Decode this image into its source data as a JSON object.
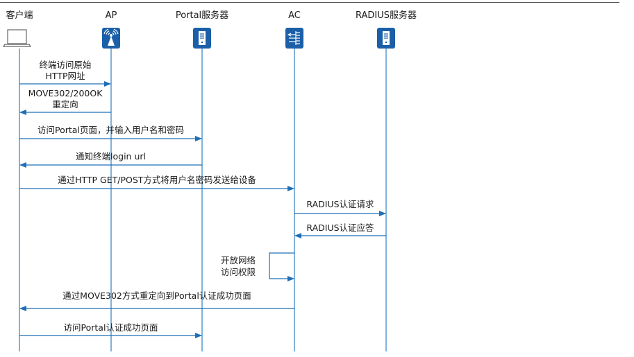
{
  "participants": [
    {
      "id": "client",
      "label": "客户端",
      "icon": "laptop-icon"
    },
    {
      "id": "ap",
      "label": "AP",
      "icon": "access-point-icon"
    },
    {
      "id": "portal",
      "label": "Portal服务器",
      "icon": "server-icon"
    },
    {
      "id": "ac",
      "label": "AC",
      "icon": "access-controller-icon"
    },
    {
      "id": "radius",
      "label": "RADIUS服务器",
      "icon": "server-icon"
    }
  ],
  "messages": [
    {
      "from": "client",
      "to": "ap",
      "lines": [
        "终端访问原始",
        "HTTP网址"
      ]
    },
    {
      "from": "ap",
      "to": "client",
      "lines": [
        "MOVE302/200OK",
        "重定向"
      ]
    },
    {
      "from": "client",
      "to": "portal",
      "lines": [
        "访问Portal页面，并输入用户名和密码"
      ]
    },
    {
      "from": "portal",
      "to": "client",
      "lines": [
        "通知终端login url"
      ]
    },
    {
      "from": "client",
      "to": "ac",
      "lines": [
        "通过HTTP GET/POST方式将用户名密码发送给设备"
      ]
    },
    {
      "from": "ac",
      "to": "radius",
      "lines": [
        "RADIUS认证请求"
      ]
    },
    {
      "from": "radius",
      "to": "ac",
      "lines": [
        "RADIUS认证应答"
      ]
    },
    {
      "from": "ac",
      "to": "ac",
      "self": true,
      "lines": [
        "开放网络",
        "访问权限"
      ]
    },
    {
      "from": "ac",
      "to": "client",
      "lines": [
        "通过MOVE302方式重定向到Portal认证成功页面"
      ]
    },
    {
      "from": "client",
      "to": "portal",
      "lines": [
        "访问Portal认证成功页面"
      ]
    }
  ],
  "colors": {
    "lifeline": "#3b89c9",
    "arrow": "#1f6fb6",
    "icon_bg": "#1b5fa8",
    "text": "#1a1a1a"
  }
}
